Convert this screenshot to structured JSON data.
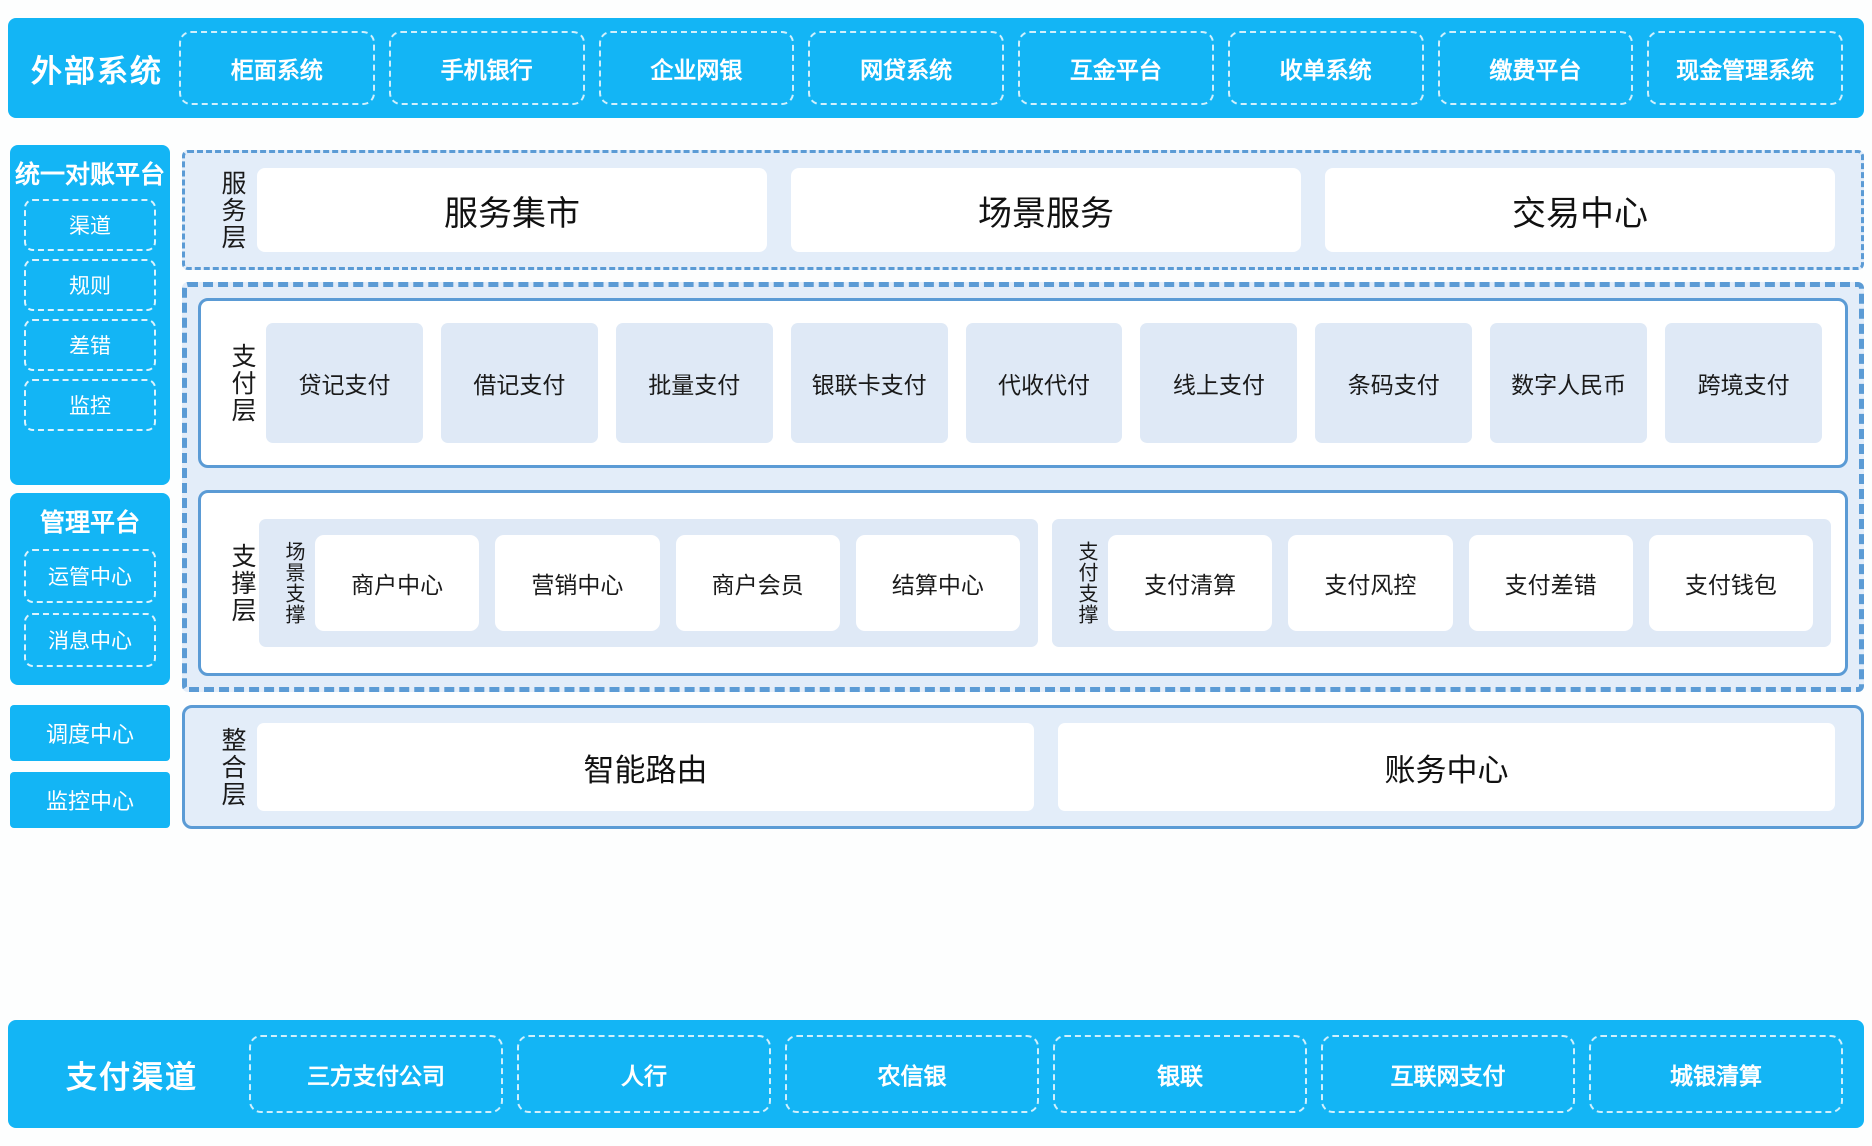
{
  "colors": {
    "brand_blue": "#13b5f5",
    "panel_border_blue": "#5b9bd5",
    "light_blue_fill": "#dfe9f6",
    "wrapper_fill": "#e3edf9",
    "page_bg": "#fdfefe"
  },
  "external_systems": {
    "title": "外部系统",
    "items": [
      "柜面系统",
      "手机银行",
      "企业网银",
      "网贷系统",
      "互金平台",
      "收单系统",
      "缴费平台",
      "现金管理系统"
    ]
  },
  "reconciliation_platform": {
    "title": "统一对账平台",
    "items": [
      "渠道",
      "规则",
      "差错",
      "监控"
    ]
  },
  "management_platform": {
    "title": "管理平台",
    "items": [
      "运管中心",
      "消息中心"
    ]
  },
  "standalone_cards": [
    "调度中心",
    "监控中心"
  ],
  "service_layer": {
    "label": "服务层",
    "items": [
      "服务集市",
      "场景服务",
      "交易中心"
    ]
  },
  "payment_layer": {
    "label": "支付层",
    "items": [
      "贷记支付",
      "借记支付",
      "批量支付",
      "银联卡支付",
      "代收代付",
      "线上支付",
      "条码支付",
      "数字人民币",
      "跨境支付"
    ]
  },
  "support_layer": {
    "label": "支撑层",
    "groups": [
      {
        "label": "场景支撑",
        "items": [
          "商户中心",
          "营销中心",
          "商户会员",
          "结算中心"
        ]
      },
      {
        "label": "支付支撑",
        "items": [
          "支付清算",
          "支付风控",
          "支付差错",
          "支付钱包"
        ]
      }
    ]
  },
  "integration_layer": {
    "label": "整合层",
    "items": [
      "智能路由",
      "账务中心"
    ]
  },
  "payment_channels": {
    "title": "支付渠道",
    "items": [
      "三方支付公司",
      "人行",
      "农信银",
      "银联",
      "互联网支付",
      "城银清算"
    ]
  }
}
